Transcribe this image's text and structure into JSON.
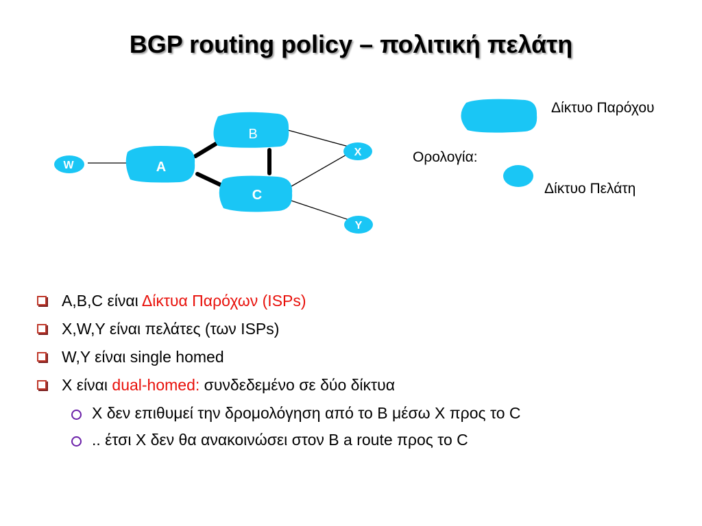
{
  "title": "BGP routing policy – πολιτική πελάτη",
  "colors": {
    "network_fill": "#1ac6f5",
    "highlight_red": "#e8100a",
    "bullet_l1": "#c0392b",
    "bullet_l2": "#6a1fa8"
  },
  "diagram": {
    "nodes": {
      "A": "A",
      "B": "B",
      "C": "C",
      "W": "W",
      "X": "X",
      "Y": "Y"
    }
  },
  "legend": {
    "heading": "Ορολογία:",
    "provider_label": "Δίκτυο Παρόχου",
    "customer_label": "Δίκτυο Πελάτη"
  },
  "bullets": [
    {
      "prefix": "A,B,C είναι ",
      "highlight": "Δίκτυα Παρόχων (ISPs)",
      "suffix": ""
    },
    {
      "prefix": "X,W,Y είναι πελάτες (των ISPs)",
      "highlight": "",
      "suffix": ""
    },
    {
      "prefix": "W,Y είναι single homed",
      "highlight": "",
      "suffix": ""
    },
    {
      "prefix": "X είναι ",
      "highlight": "dual-homed:",
      "suffix": " συνδεδεμένο σε δύο δίκτυα"
    }
  ],
  "sub_bullets": [
    "X δεν επιθυμεί την δρομολόγηση από το B μέσω X προς το C",
    ".. έτσι X δεν θα ανακοινώσει στον B a route προς το C"
  ]
}
